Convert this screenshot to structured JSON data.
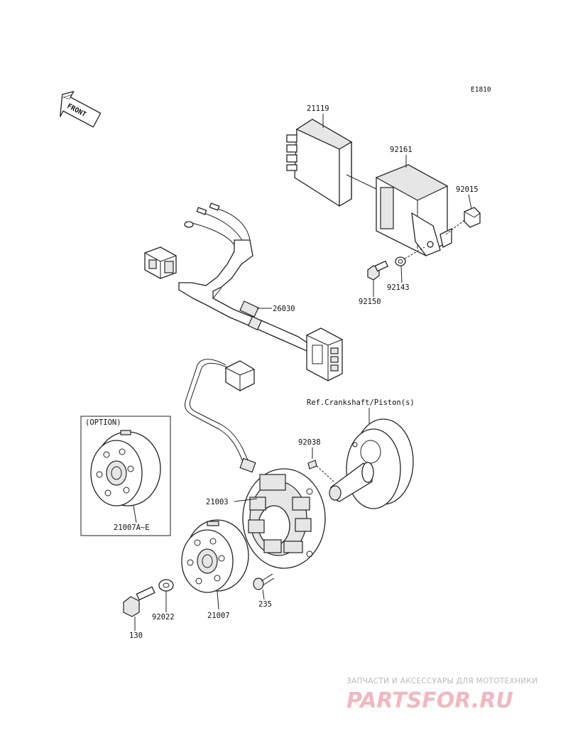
{
  "diagram": {
    "code": "E1810",
    "front_label": "FRONT",
    "reference": "Ref.Crankshaft/Piston(s)",
    "option_label": "(OPTION)",
    "parts": {
      "p21119": "21119",
      "p92161": "92161",
      "p92015": "92015",
      "p92143": "92143",
      "p92150": "92150",
      "p26030": "26030",
      "p92038": "92038",
      "p21003": "21003",
      "p21007": "21007",
      "p21007a": "21007A~E",
      "p92022": "92022",
      "p235": "235",
      "p130": "130"
    }
  },
  "watermark": {
    "tagline": "ЗАПЧАСТИ И АКСЕССУАРЫ ДЛЯ МОТОТЕХНИКИ",
    "brand": "PARTSFOR.RU"
  }
}
